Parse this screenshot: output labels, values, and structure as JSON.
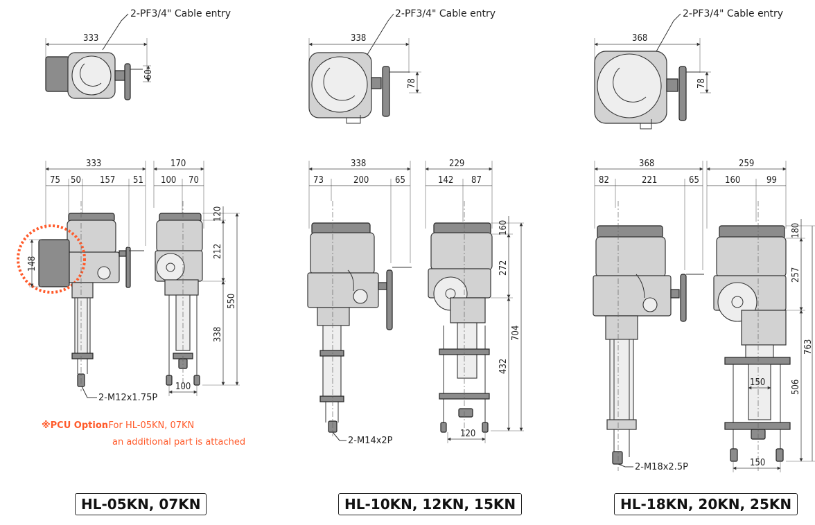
{
  "cable_entry_label": "2-PF3/4\" Cable entry",
  "models": [
    {
      "name": "HL-05KN, 07KN",
      "top_width": "333",
      "top_handle_offset": "60",
      "front_width": "333",
      "front_parts": [
        "75",
        "50",
        "157",
        "51"
      ],
      "side_width": "170",
      "side_parts": [
        "100",
        "70"
      ],
      "side_heights": [
        "120",
        "212",
        "338"
      ],
      "total_height": "550",
      "base_width": "100",
      "bolt": "2-M12x1.75P",
      "pcu_dim": "148"
    },
    {
      "name": "HL-10KN, 12KN, 15KN",
      "top_width": "338",
      "top_handle_offset": "78",
      "front_width": "338",
      "front_parts": [
        "73",
        "200",
        "65"
      ],
      "side_width": "229",
      "side_parts": [
        "142",
        "87"
      ],
      "side_heights": [
        "160",
        "272",
        "432"
      ],
      "total_height": "704",
      "base_width": "120",
      "bolt": "2-M14x2P"
    },
    {
      "name": "HL-18KN, 20KN, 25KN",
      "top_width": "368",
      "top_handle_offset": "78",
      "front_width": "368",
      "front_parts": [
        "82",
        "221",
        "65"
      ],
      "side_width": "259",
      "side_parts": [
        "160",
        "99"
      ],
      "side_heights": [
        "180",
        "257",
        "506"
      ],
      "total_height": "763",
      "inner_width": "150",
      "base_width": "150",
      "bolt": "2-M18x2.5P"
    }
  ],
  "pcu_option": {
    "label": "※PCU Option",
    "line1": ": For HL-05KN, 07KN",
    "line2": "an additional part is attached"
  },
  "colors": {
    "accent": "#ff5a2a",
    "line": "#222222",
    "body": "#d2d2d2"
  }
}
